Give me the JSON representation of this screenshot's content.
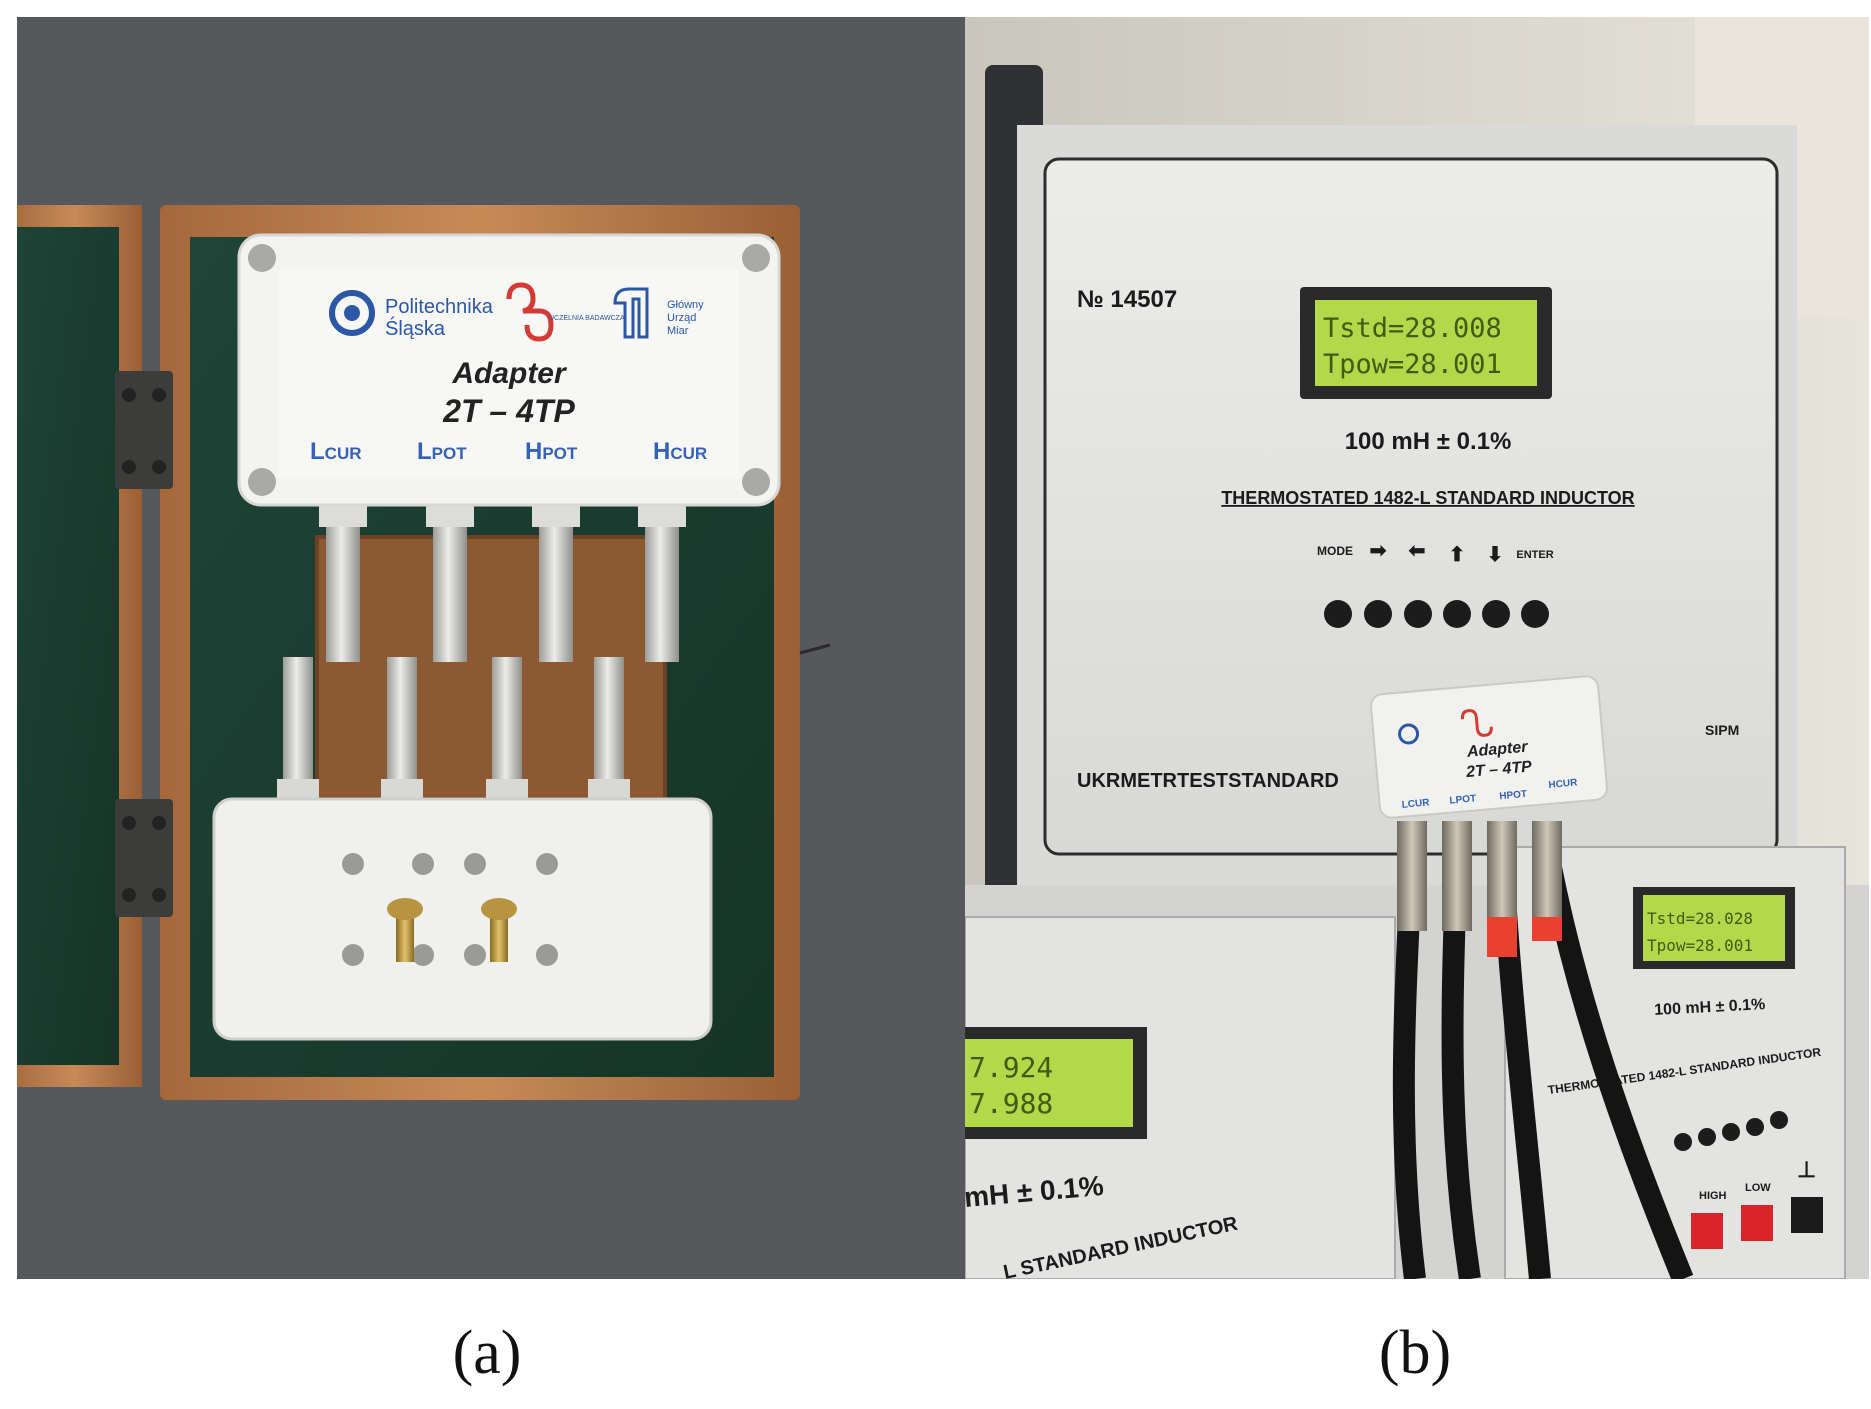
{
  "panel_a": {
    "adapter": {
      "brand_1": "Politechnika",
      "brand_2": "Śląska",
      "brand_small": "UCZELNIA BADAWCZA",
      "brand_gum_1": "Główny",
      "brand_gum_2": "Urząd",
      "brand_gum_3": "Miar",
      "title": "Adapter",
      "subtitle": "2T – 4TP",
      "terminals": [
        {
          "main": "L",
          "sub": "CUR"
        },
        {
          "main": "L",
          "sub": "POT"
        },
        {
          "main": "H",
          "sub": "POT"
        },
        {
          "main": "H",
          "sub": "CUR"
        }
      ]
    }
  },
  "panel_b": {
    "serial": "№ 14507",
    "lcd_line_1": "Tstd=28.008",
    "lcd_line_2": "Tpow=28.001",
    "value": "100 mH ± 0.1%",
    "product": "THERMOSTATED 1482-L STANDARD INDUCTOR",
    "keys": [
      "MODE",
      "➡",
      "⬅",
      "⬆",
      "⬇",
      "ENTER"
    ],
    "maker": "UKRMETRTESTSTANDARD",
    "sipm": "SIPM",
    "adapter_title": "Adapter",
    "adapter_subtitle": "2T – 4TP",
    "adapter_terminals": [
      "LCUR",
      "LPOT",
      "HPOT",
      "HCUR"
    ],
    "lower_left_value": "mH ± 0.1%",
    "lower_left_product": "L STANDARD INDUCTOR",
    "lower_left_lcd_1": "7.924",
    "lower_left_lcd_2": "7.988",
    "lower_right_lcd_1": "Tstd=28.028",
    "lower_right_lcd_2": "Tpow=28.001",
    "lower_right_value": "100 mH ± 0.1%",
    "lower_right_product": "THERMOSTATED 1482-L STANDARD INDUCTOR",
    "lower_right_high": "HIGH",
    "lower_right_low": "LOW",
    "lower_right_ground": "⊥"
  },
  "captions": {
    "a": "(a)",
    "b": "(b)"
  }
}
